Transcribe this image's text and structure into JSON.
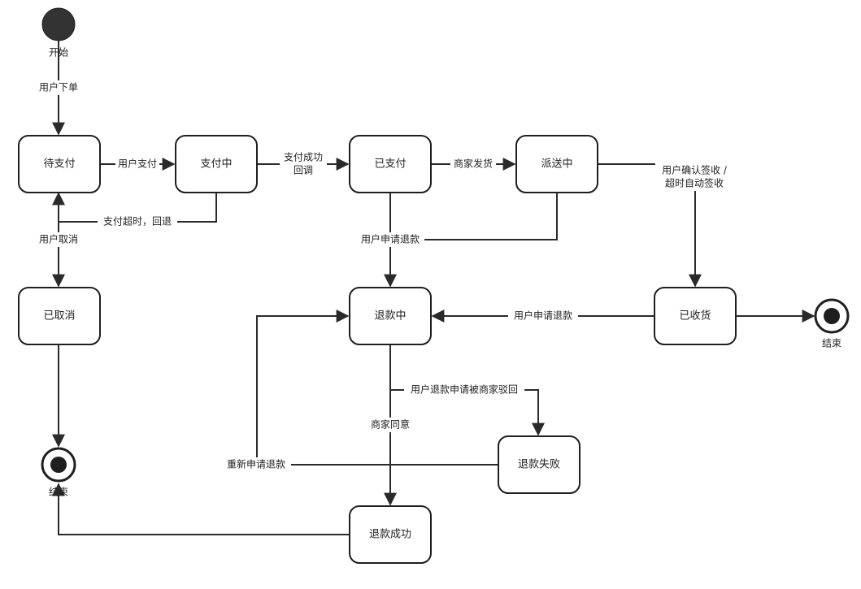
{
  "start": {
    "label": "开始"
  },
  "end_left": {
    "label": "结束"
  },
  "end_right": {
    "label": "结束"
  },
  "states": {
    "pending_payment": "待支付",
    "paying": "支付中",
    "paid": "已支付",
    "delivering": "派送中",
    "cancelled": "已取消",
    "refunding": "退款中",
    "received": "已收货",
    "refund_failed": "退款失败",
    "refund_success": "退款成功"
  },
  "transitions": {
    "place_order": "用户下单",
    "user_pay": "用户支付",
    "pay_success_callback_1": "支付成功",
    "pay_success_callback_2": "回调",
    "timeout_rollback": "支付超时，回退",
    "user_cancel": "用户取消",
    "merchant_ship": "商家发货",
    "confirm_receipt_1": "用户确认签收 /",
    "confirm_receipt_2": "超时自动签收",
    "apply_refund_from_paid": "用户申请退款",
    "apply_refund_from_received": "用户申请退款",
    "refund_rejected": "用户退款申请被商家驳回",
    "merchant_agree": "商家同意",
    "reapply_refund": "重新申请退款"
  },
  "colors": {
    "stroke": "#1f1f1f",
    "fill": "#ffffff",
    "start_fill": "#333333"
  }
}
